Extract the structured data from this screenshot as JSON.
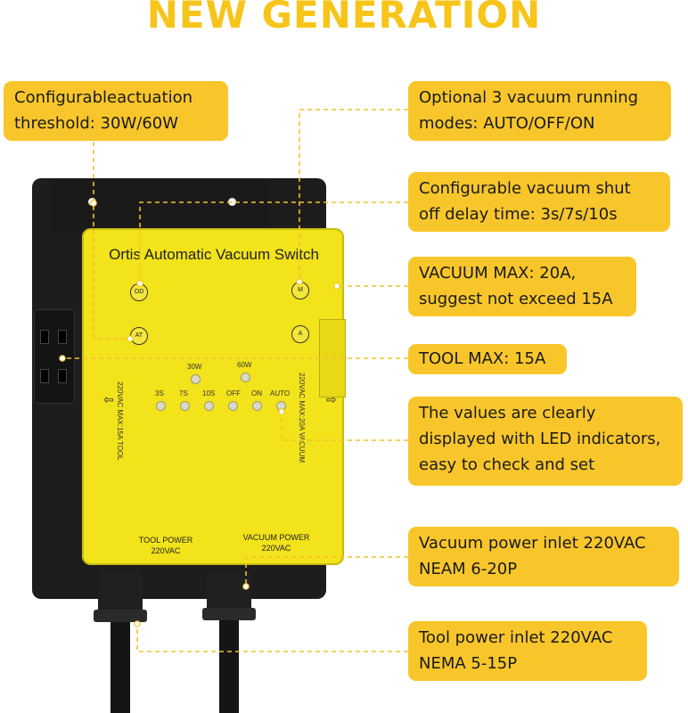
{
  "headline": "NEW GENERATION",
  "callouts": {
    "threshold": [
      "Configurableactuation",
      "threshold: 30W/60W"
    ],
    "modes": [
      "Optional 3 vacuum running",
      "modes: AUTO/OFF/ON"
    ],
    "delay": [
      "Configurable vacuum shut",
      "off delay time: 3s/7s/10s"
    ],
    "vacuum_max": [
      "VACUUM MAX:  20A,",
      "suggest not exceed 15A"
    ],
    "tool_max": [
      "TOOL MAX: 15A"
    ],
    "led": [
      "The values are clearly",
      "displayed with LED indicators,",
      "easy to check and set"
    ],
    "vacuum_inlet": [
      "Vacuum power inlet 220VAC",
      "NEAM 6-20P"
    ],
    "tool_inlet": [
      "Tool power inlet 220VAC",
      "NEMA 5-15P"
    ]
  },
  "device": {
    "title": "Ortis Automatic Vacuum Switch",
    "buttons": {
      "od": "OD",
      "m": "M",
      "at": "AT",
      "a": "A"
    },
    "power_levels": [
      "30W",
      "60W"
    ],
    "delay_labels": [
      "3S",
      "7S",
      "10S"
    ],
    "mode_labels": [
      "OFF",
      "ON",
      "AUTO"
    ],
    "tool_side_label": "220VAC MAX:15A TOOL",
    "vacuum_side_label": "220VAC MAX:20A VACUUM",
    "tool_power_label": [
      "TOOL POWER",
      "220VAC"
    ],
    "vacuum_power_label": [
      "VACUUM POWER",
      "220VAC"
    ]
  },
  "colors": {
    "accent": "#f8c62b",
    "headline": "#f7c419",
    "panel": "#f2e31b",
    "housing": "#1d1d1d"
  }
}
